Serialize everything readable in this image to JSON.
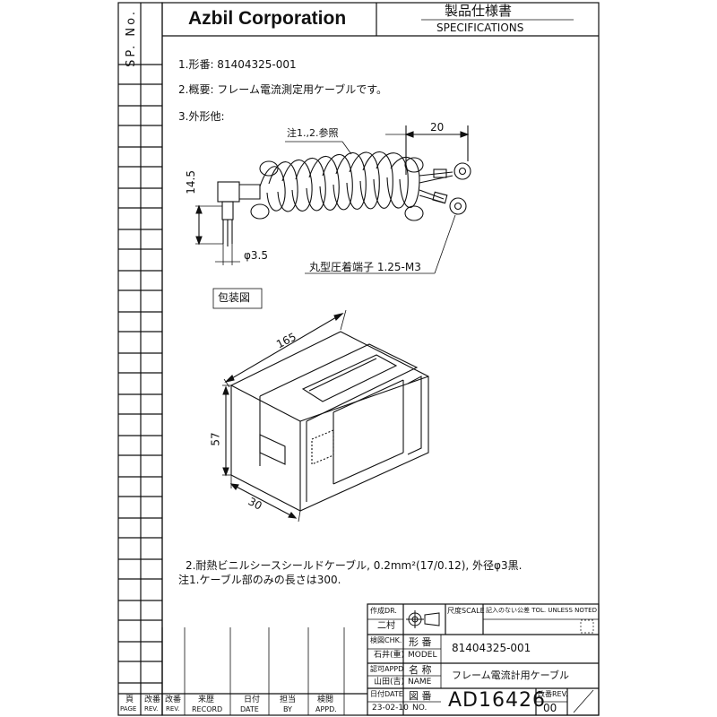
{
  "header": {
    "company": "Azbil Corporation",
    "title_jp": "製品仕様書",
    "title_en": "SPECIFICATIONS",
    "sp_no": "SP. No."
  },
  "spec": {
    "item1": "1.形番:  81404325-001",
    "item2": "2.概要:   フレーム電流測定用ケーブルです。",
    "item3": "3.外形他:"
  },
  "drawing": {
    "note_ref": "注1.,2.参照",
    "dim_20": "20",
    "dim_14_5": "14.5",
    "dim_dia": "φ3.5",
    "terminal": "丸型圧着端子 1.25-M3",
    "package_label": "包装図",
    "dim_165": "165",
    "dim_57": "57",
    "dim_30": "30"
  },
  "notes": {
    "note2": "2.耐熱ビニルシースシールドケーブル, 0.2mm²(17/0.12), 外径φ3黒.",
    "note1": "注1.ケーブル部のみの長さは300."
  },
  "title_block": {
    "drawn_label": "作成DR.",
    "drawn_name": "二村",
    "checked_label": "検図CHK.",
    "checked_name": "石井(重)",
    "approved_label": "認可APPD",
    "approved_name": "山田(吉)",
    "scale_label": "尺度SCALE",
    "tolerance_label": "記入のない公差 TOL. UNLESS NOTED",
    "model_label_jp": "形 番",
    "model_label_en": "MODEL",
    "model_value": "81404325-001",
    "name_label_jp": "名 称",
    "name_label_en": "NAME",
    "name_value": "フレーム電流計用ケーブル",
    "date_label": "日付DATE",
    "date_value": "23-02-10",
    "no_label_jp": "図 番",
    "no_label_en": "NO.",
    "drawing_no": "AD16426",
    "rev_label": "改番REV.",
    "rev_value": "00"
  },
  "revision_table": {
    "page_jp": "頁",
    "page_en": "PAGE",
    "rev_jp": "改番",
    "rev_en": "REV.",
    "rev2_jp": "改番",
    "rev2_en": "REV.",
    "record_jp": "来歴",
    "record_en": "RECORD",
    "date_jp": "日付",
    "date_en": "DATE",
    "by_jp": "担当",
    "by_en": "BY",
    "appd_jp": "検閲",
    "appd_en": "APPD."
  }
}
